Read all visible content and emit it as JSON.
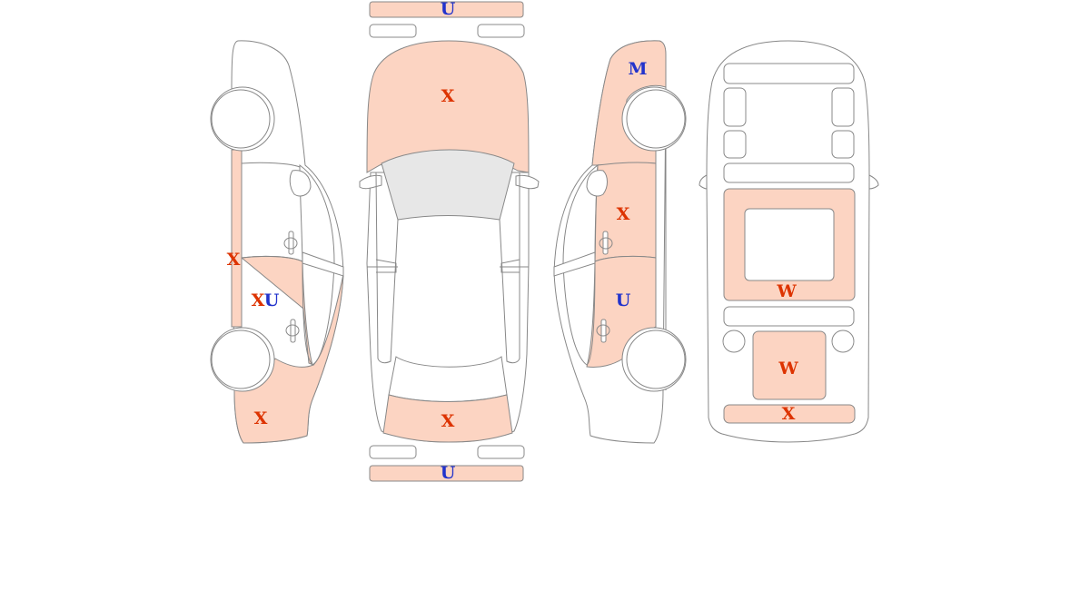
{
  "colors": {
    "damaged_fill": "#fcd4c2",
    "outline": "#888888",
    "glass": "#e7e7e7",
    "code_red": "#dd3300",
    "code_blue": "#2233cc"
  },
  "legend_codes": {
    "U": "blue",
    "M": "blue",
    "X": "red",
    "W": "red"
  },
  "views": {
    "left_side": {
      "name": "left-side-view",
      "marks": [
        {
          "id": "left-door-edge",
          "code": "X"
        },
        {
          "id": "left-rear-door-x",
          "code": "X"
        },
        {
          "id": "left-rear-door-u",
          "code": "U"
        },
        {
          "id": "left-rear-quarter",
          "code": "X"
        }
      ]
    },
    "top": {
      "name": "top-view",
      "marks": [
        {
          "id": "front-bumper",
          "code": "U"
        },
        {
          "id": "hood",
          "code": "X"
        },
        {
          "id": "trunk-lid",
          "code": "X"
        },
        {
          "id": "rear-bumper",
          "code": "U"
        }
      ]
    },
    "right_side": {
      "name": "right-side-view",
      "marks": [
        {
          "id": "right-front-fender",
          "code": "M"
        },
        {
          "id": "right-front-door",
          "code": "X"
        },
        {
          "id": "right-rear-door",
          "code": "U"
        }
      ]
    },
    "underbody": {
      "name": "underbody-view",
      "marks": [
        {
          "id": "floor-panel",
          "code": "W"
        },
        {
          "id": "rear-floor-panel",
          "code": "W"
        },
        {
          "id": "rear-cross-member",
          "code": "X"
        }
      ]
    }
  }
}
